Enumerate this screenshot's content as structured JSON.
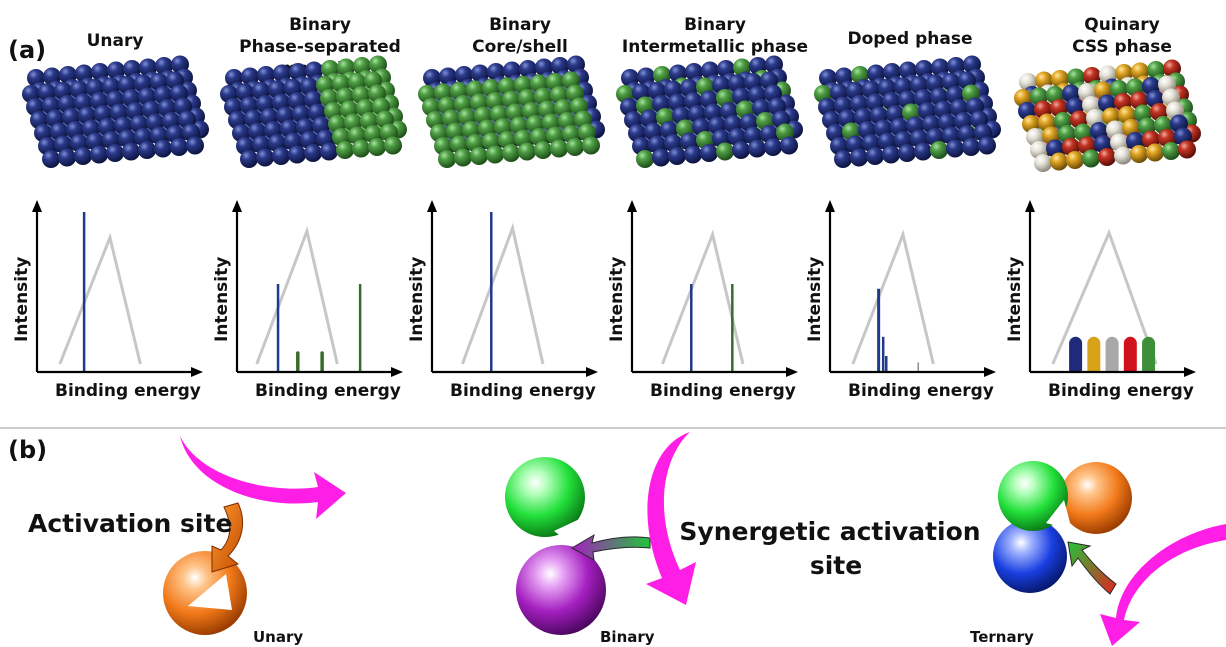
{
  "panel_a": {
    "label": "(a)",
    "columns": [
      {
        "title_line1": "Unary",
        "title_line2": "",
        "xlabel": "Binding energy",
        "ylabel": "Intensity"
      },
      {
        "title_line1": "Binary",
        "title_line2": "Phase-separated material",
        "xlabel": "Binding energy",
        "ylabel": "Intensity"
      },
      {
        "title_line1": "Binary",
        "title_line2": "Core/shell",
        "xlabel": "Binding energy",
        "ylabel": "Intensity"
      },
      {
        "title_line1": "Binary",
        "title_line2": "Intermetallic phase",
        "xlabel": "Binding energy",
        "ylabel": "Intensity"
      },
      {
        "title_line1": "Doped phase",
        "title_line2": "",
        "xlabel": "Binding energy",
        "ylabel": "Intensity"
      },
      {
        "title_line1": "Quinary",
        "title_line2": "CSS phase",
        "xlabel": "Binding energy",
        "ylabel": "Intensity"
      }
    ]
  },
  "panel_b": {
    "label": "(b)",
    "activation_site": "Activation site",
    "synergetic_line1": "Synergetic activation",
    "synergetic_line2": "site",
    "unary": "Unary",
    "binary": "Binary",
    "ternary": "Ternary"
  },
  "colors": {
    "atom_blue": "#1f2a6b",
    "atom_green": "#3f8f3a",
    "atom_red": "#b3271c",
    "atom_yellow": "#d9a21b",
    "atom_white": "#e8e6dc",
    "peak_gray": "#c7c7c7",
    "arrow_magenta": "#ff1ee6",
    "sphere_orange": "#f27a1a",
    "sphere_green": "#22e03a",
    "sphere_purple": "#a41fc0",
    "sphere_blue": "#1a3fe0"
  }
}
